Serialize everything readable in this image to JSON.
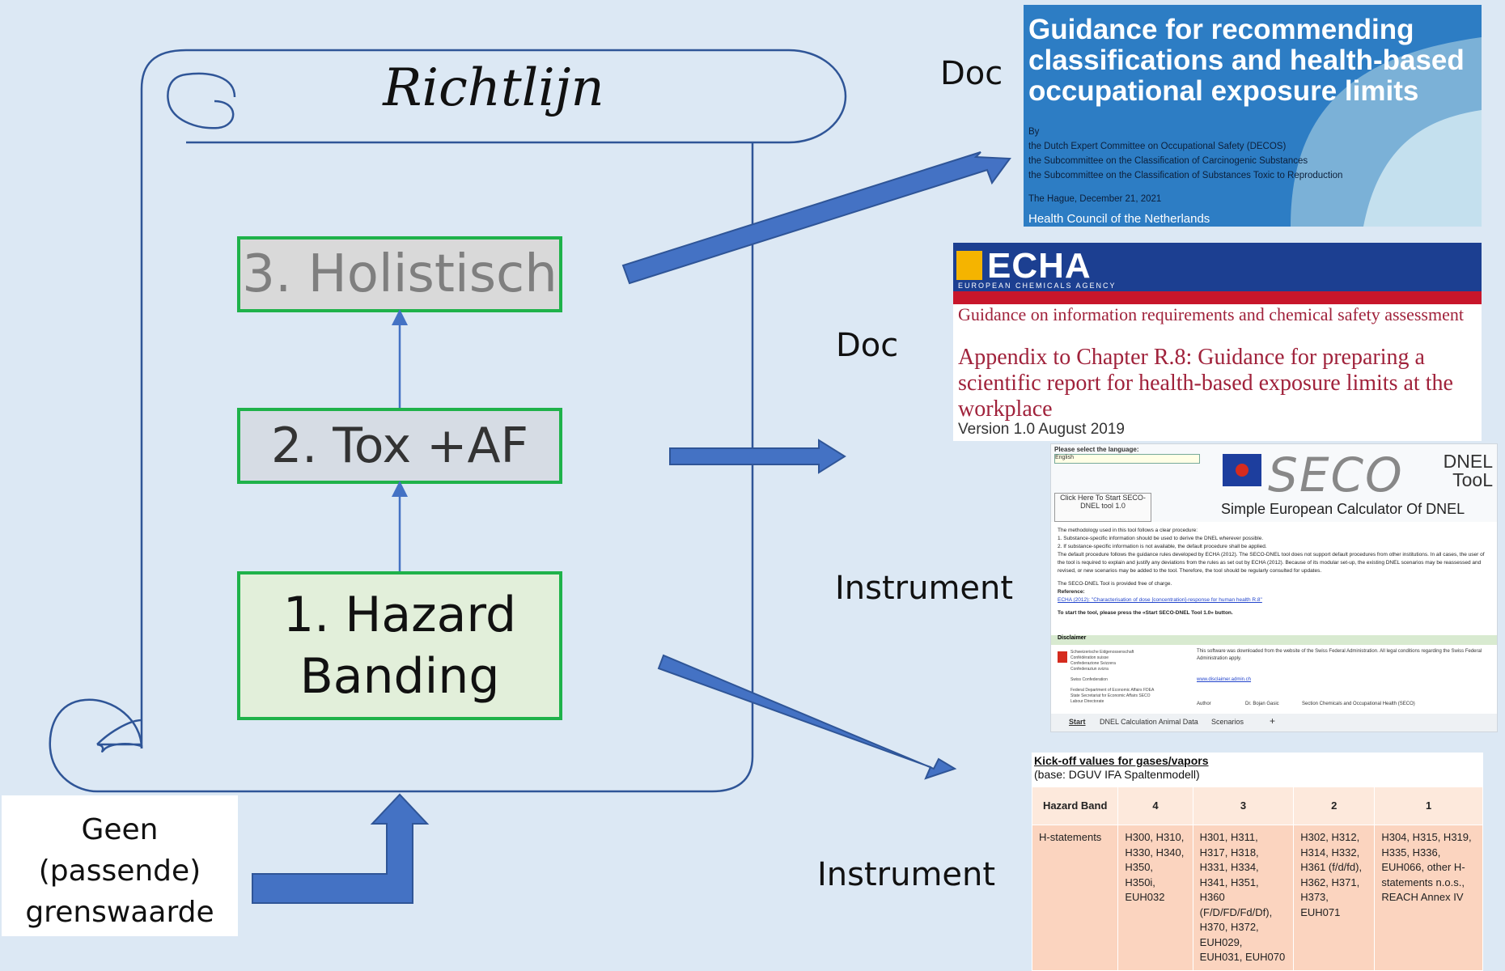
{
  "scroll": {
    "title": "Richtlijn"
  },
  "levels": [
    {
      "id": "level3",
      "label": "3. Holistisch",
      "fill": "#d9d9d9",
      "text_color": "#7f7f7f"
    },
    {
      "id": "level2",
      "label": "2. Tox +AF",
      "fill": "#d6dce4",
      "text_color": "#333333"
    },
    {
      "id": "level1",
      "label_line1": "1. Hazard",
      "label_line2": "Banding",
      "fill": "#e2efda",
      "text_color": "#111111"
    }
  ],
  "geen": {
    "line1": "Geen",
    "line2": "(passende)",
    "line3": "grenswaarde"
  },
  "labels": {
    "doc1": "Doc",
    "doc2": "Doc",
    "instrument1": "Instrument",
    "instrument2": "Instrument"
  },
  "colors": {
    "border_green": "#1fb24a",
    "arrow_blue": "#4472c4",
    "scroll_line": "#2f5597"
  },
  "doc_decos": {
    "title": "Guidance for recommending classifications and health-based occupational exposure limits",
    "by": "By",
    "line1": "the Dutch Expert Committee on Occupational Safety (DECOS)",
    "line2": "the Subcommittee on the Classification of Carcinogenic Substances",
    "line3": "the Subcommittee on the Classification of Substances Toxic to Reproduction",
    "date": "The Hague, December 21, 2021",
    "org": "Health Council of the Netherlands"
  },
  "doc_echa": {
    "logo": "ECHA",
    "logo_sub": "EUROPEAN CHEMICALS AGENCY",
    "guidance": "Guidance on information requirements and chemical safety assessment",
    "appendix": "Appendix to Chapter R.8: Guidance for preparing a scientific report for health-based exposure limits at the workplace",
    "version": "Version 1.0  August 2019"
  },
  "inst_seco": {
    "lang_label": "Please select the language:",
    "lang_value": "English",
    "start_button": "Click Here To Start SECO-DNEL tool 1.0",
    "logo": "SECO",
    "dnel_line1": "DNEL",
    "dnel_line2": "TooL",
    "tagline": "Simple European Calculator Of DNEL",
    "body1": "The methodology used in this tool follows a clear procedure:",
    "body2": "1. Substance-specific information should be used to derive the DNEL wherever possible.",
    "body3": "2. If substance-specific information is not available, the default procedure shall be applied.",
    "body4": "The default procedure follows the guidance rules developed by ECHA (2012). The SECO-DNEL tool does not support default procedures from other institutions. In all cases, the user of the tool is required to explain and justify any deviations from the rules as set out by ECHA (2012). Because of its modular set-up, the existing DNEL scenarios may be reassessed and revised, or new scenarios may be added to the tool. Therefore, the tool should be regularly consulted for updates.",
    "body5": "The SECO-DNEL Tool is provided free of charge.",
    "body6": "Reference:",
    "body7": "ECHA (2012): \"Characterisation of dose [concentration]-response for human health R.8\"",
    "body8": "To start the tool, please press the «Start SECO-DNEL Tool 1.0» button.",
    "disclaimer": "Disclaimer",
    "disc_text": "This software was downloaded from the website of the Swiss Federal Administration. All legal conditions regarding the Swiss Federal Administration apply.",
    "disc_link": "www.disclaimer.admin.ch",
    "fed1": "Schweizerische Eidgenossenschaft",
    "fed2": "Confédération suisse",
    "fed3": "Confederazione Svizzera",
    "fed4": "Confederaziun svizra",
    "fed5": "Swiss Confederation",
    "fed6": "Federal Department of Economic Affairs FDEA",
    "fed7": "State Secretariat for Economic Affairs SECO",
    "fed8": "Labour Directorate",
    "author_label": "Author",
    "author_name": "Dr. Bojan Gasic",
    "section": "Section Chemicals and Occupational Health (SECO)",
    "tabs": [
      "Start",
      "DNEL Calculation Animal Data",
      "Scenarios",
      "+"
    ]
  },
  "inst_kickoff": {
    "title": "Kick-off values for gases/vapors",
    "base": "(base: DGUV IFA Spaltenmodell)",
    "header": [
      "Hazard Band",
      "4",
      "3",
      "2",
      "1"
    ],
    "row_label": "H-statements",
    "cells": [
      "H300, H310, H330, H340, H350, H350i, EUH032",
      "H301, H311, H317, H318, H331, H334, H341, H351, H360 (F/D/FD/Fd/Df), H370, H372, EUH029, EUH031, EUH070",
      "H302, H312, H314, H332, H361 (f/d/fd), H362, H371, H373, EUH071",
      "H304, H315, H319, H335, H336, EUH066, other H-statements n.o.s., REACH Annex IV"
    ]
  }
}
